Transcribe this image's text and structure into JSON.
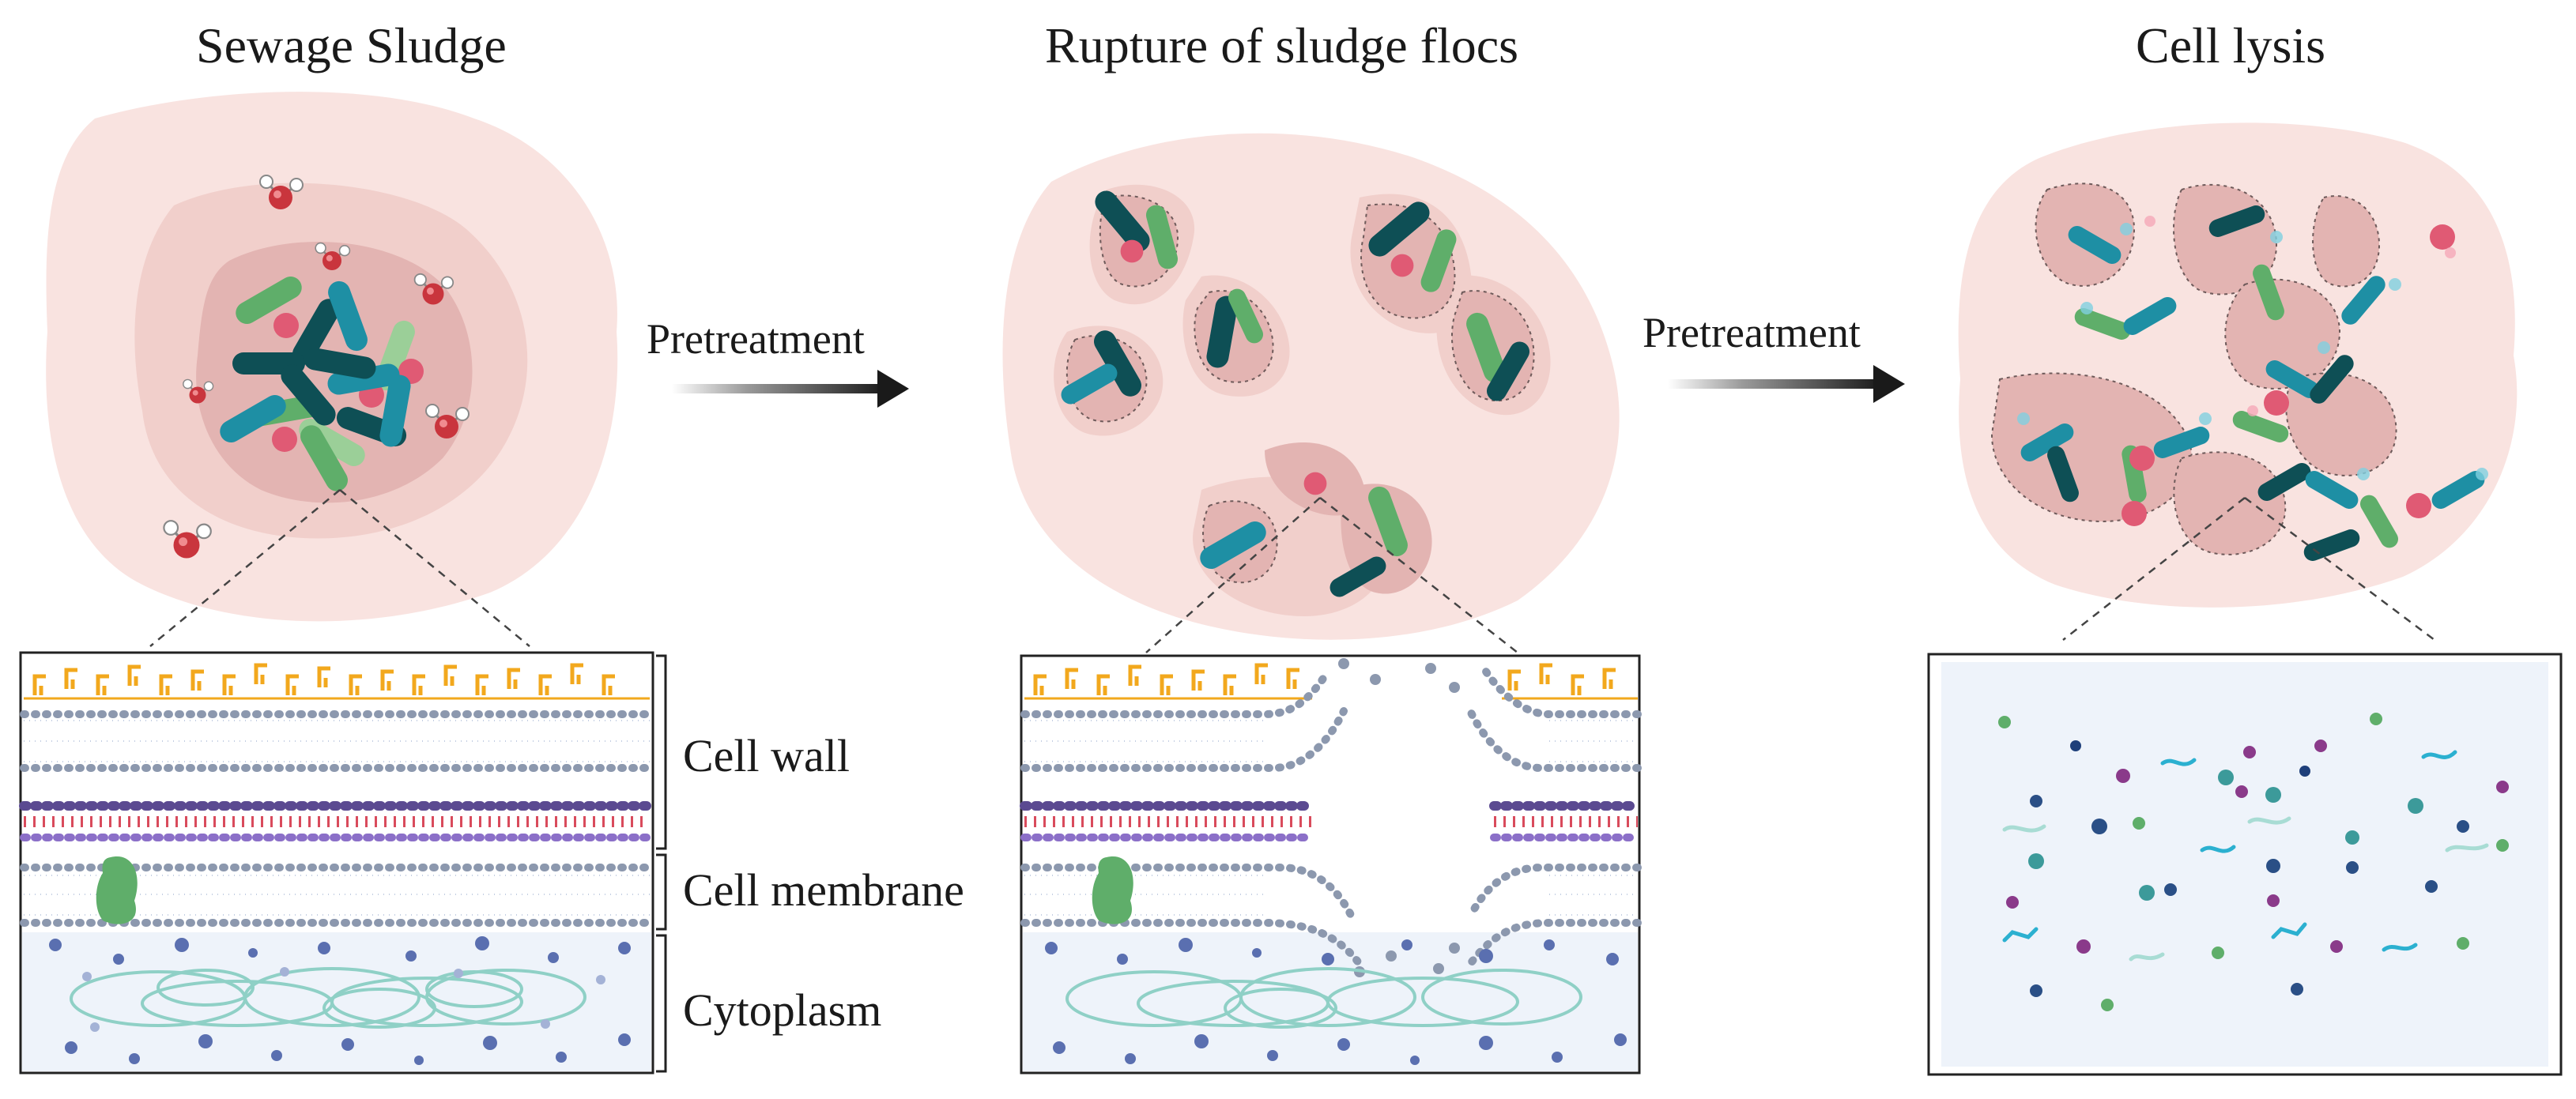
{
  "titles": {
    "panel1": "Sewage Sludge",
    "panel2": "Rupture of sludge flocs",
    "panel3": "Cell lysis"
  },
  "arrows": {
    "label1": "Pretreatment",
    "label2": "Pretreatment"
  },
  "layers": {
    "cell_wall": "Cell wall",
    "cell_membrane": "Cell membrane",
    "cytoplasm": "Cytoplasm"
  },
  "colors": {
    "sludge_outer": "#f9e3e0",
    "sludge_mid": "#f1cfcb",
    "sludge_inner": "#e3b4b2",
    "bacteria_dark": "#0e4f55",
    "bacteria_teal": "#1e8fa4",
    "bacteria_green": "#5fae6a",
    "water_oxygen": "#c9353d",
    "peptidoglycan": "#f2a81d",
    "lipid_head": "#8c98ae",
    "teichoic": "#d94b5c",
    "cytoplasm_bg": "#eef3fa",
    "dna": "#8fd0c6"
  },
  "icons": [
    "water-molecule-icon",
    "rod-bacterium-icon",
    "cocci-icon",
    "membrane-protein-icon",
    "dna-strand-icon",
    "right-arrow-icon"
  ]
}
